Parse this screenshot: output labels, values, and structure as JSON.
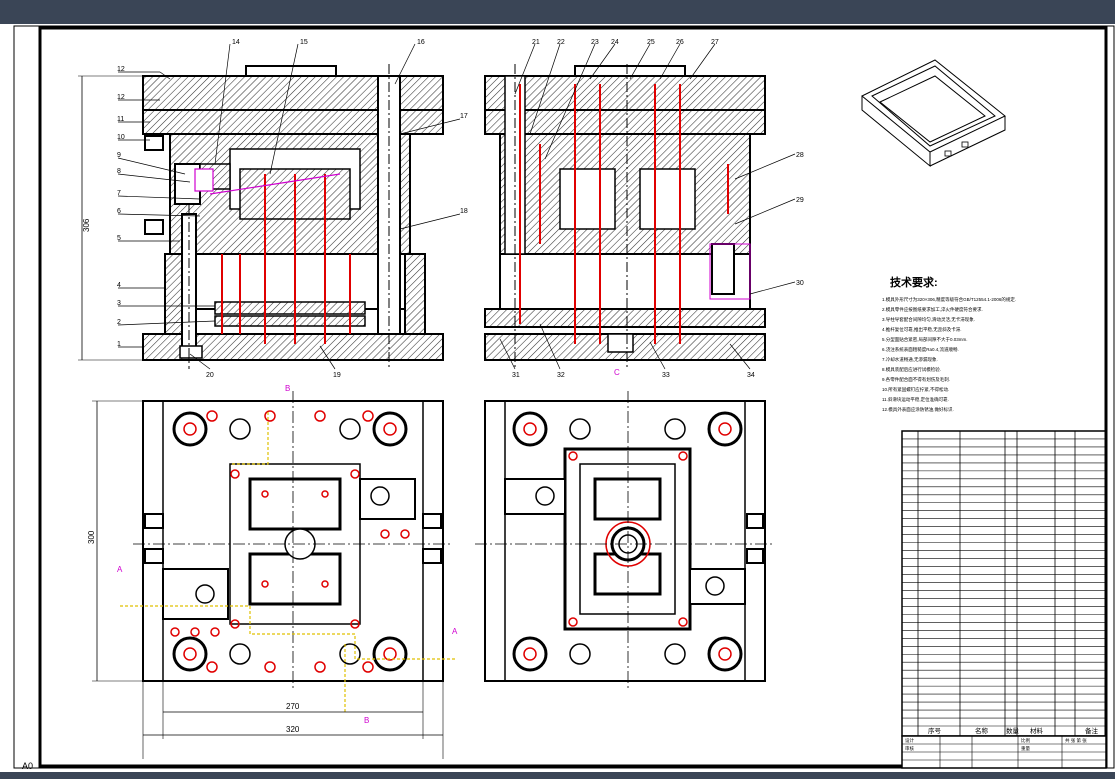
{
  "sheet": {
    "size_label": "A0"
  },
  "callouts": {
    "front_left": [
      "12",
      "12",
      "11",
      "10",
      "9",
      "8",
      "7",
      "6",
      "5",
      "4",
      "3",
      "2",
      "1",
      "14",
      "15",
      "16",
      "17",
      "18",
      "20",
      "19"
    ],
    "front_right": [
      "21",
      "22",
      "23",
      "24",
      "25",
      "26",
      "27",
      "28",
      "29",
      "30",
      "31",
      "32",
      "33",
      "34"
    ]
  },
  "dimensions": {
    "height_front": "306",
    "height_plan": "300",
    "width_inner": "270",
    "width_outer": "320"
  },
  "section_marks": {
    "a": "A",
    "b": "B",
    "c": "C"
  },
  "tech_requirements": {
    "title": "技术要求:",
    "lines": [
      "1.模具外形尺寸为320×306,精度等级符合GB/T12554.1-2006的规定.",
      "2.模具零件应按图纸要求加工,淬火件硬度符合要求.",
      "3.导柱导套配合间隙均匀,滑动灵活,无卡滞现象.",
      "4.推杆复位可靠,推出平稳,无歪斜及卡滞.",
      "5.分型面贴合紧密,局部间隙不大于0.03mm.",
      "6.浇注系统表面粗糙度Ra0.4,流道顺畅.",
      "7.冷却水道畅通,无渗漏现象.",
      "8.模具装配后应进行试模检验.",
      "9.各零件配合面不得有划伤及毛刺.",
      "10.所有紧固螺钉应拧紧,不得松动.",
      "11.斜滑块运动平稳,定位准确可靠.",
      "12.模具外表面应涂防锈油,做好标识."
    ]
  },
  "bom": {
    "headers": [
      "序号",
      "名称",
      "数量",
      "材料",
      "备注"
    ],
    "rows": 37
  },
  "title_block": {
    "designer": "设计",
    "checker": "审核",
    "scale": "比例",
    "weight": "重量",
    "sheet": "共 张 第 张"
  }
}
